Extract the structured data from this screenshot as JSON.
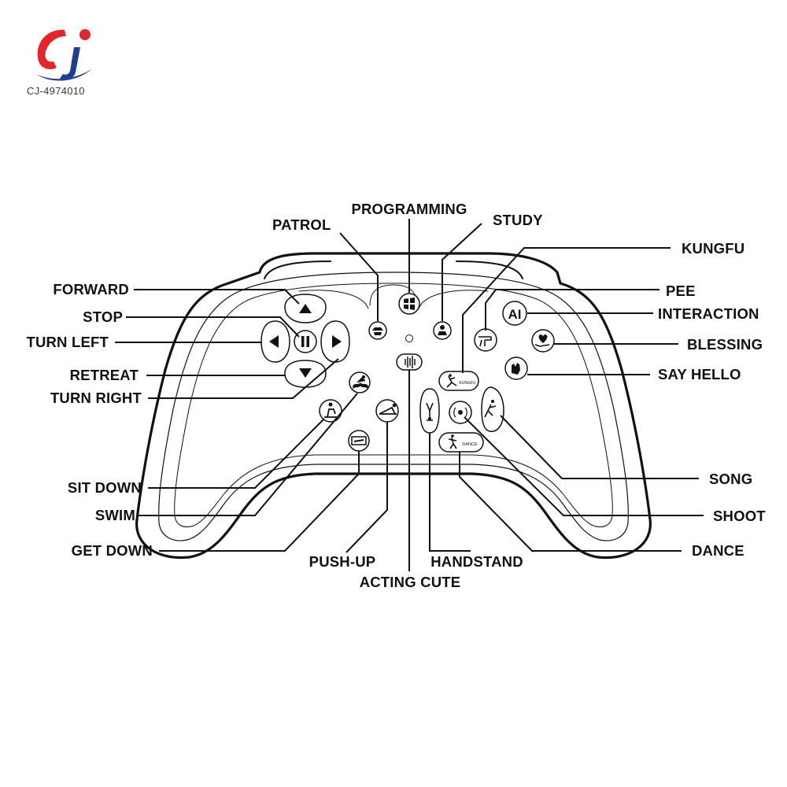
{
  "brand": {
    "code": "CJ-4974010",
    "colors": {
      "red": "#e3262b",
      "blue": "#1f3e8f"
    }
  },
  "labels": {
    "programming": "PROGRAMMING",
    "patrol": "PATROL",
    "study": "STUDY",
    "kungfu": "KUNGFU",
    "forward": "FORWARD",
    "pee": "PEE",
    "stop": "STOP",
    "interaction": "INTERACTION",
    "turn_left": "TURN LEFT",
    "blessing": "BLESSING",
    "retreat": "RETREAT",
    "say_hello": "SAY HELLO",
    "turn_right": "TURN RIGHT",
    "sit_down": "SIT DOWN",
    "song": "SONG",
    "swim": "SWIM",
    "shoot": "SHOOT",
    "get_down": "GET DOWN",
    "dance": "DANCE",
    "push_up": "PUSH-UP",
    "handstand": "HANDSTAND",
    "acting_cute": "ACTING CUTE"
  },
  "buttons": {
    "ai": "AI",
    "kungfu": "KUNGFU",
    "dance": "DANCE"
  }
}
